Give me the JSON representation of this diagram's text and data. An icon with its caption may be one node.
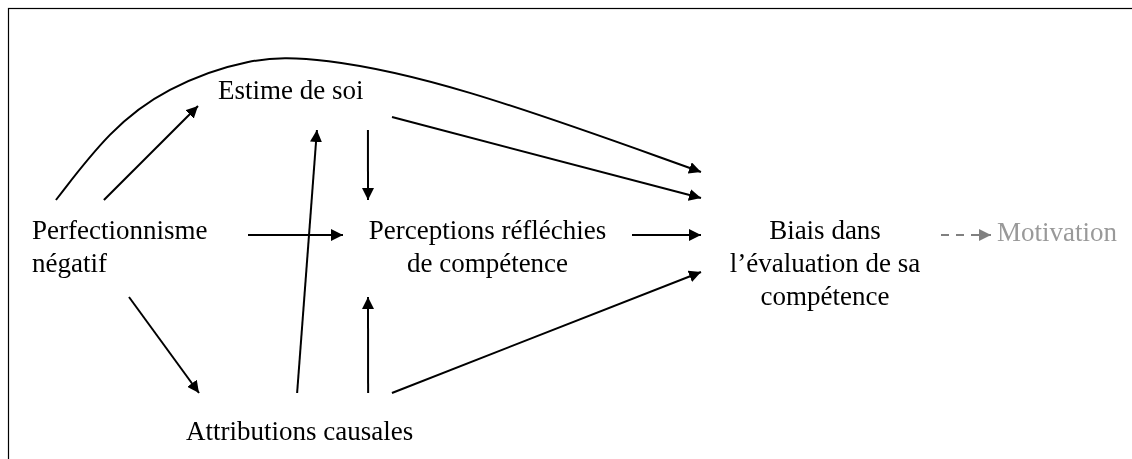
{
  "diagram": {
    "nodes": [
      {
        "text": [
          "Perfectionnisme négatif"
        ]
      },
      {
        "text": [
          "Estime de soi"
        ]
      },
      {
        "text": [
          "Perceptions réfléchies de compétence"
        ]
      },
      {
        "text": [
          "Biais dans l’évaluation de sa compétence"
        ]
      },
      {
        "text": [
          "Motivation"
        ]
      },
      {
        "text": [
          "Attributions causales"
        ]
      }
    ],
    "edges": [
      {
        "from": 0,
        "to": 3,
        "arrow": "to"
      },
      {
        "from": 0,
        "to": 1,
        "arrow": "to"
      },
      {
        "from": 0,
        "to": 2,
        "arrow": "to"
      },
      {
        "from": 0,
        "to": 5,
        "arrow": "to"
      },
      {
        "from": 1,
        "to": 2,
        "arrow": "to"
      },
      {
        "from": 1,
        "to": 3,
        "arrow": "to"
      },
      {
        "from": 5,
        "to": 1,
        "arrow": "to"
      },
      {
        "from": 5,
        "to": 2,
        "arrow": "to"
      },
      {
        "from": 5,
        "to": 3,
        "arrow": "to"
      },
      {
        "from": 2,
        "to": 3,
        "arrow": "to"
      },
      {
        "from": 3,
        "to": 4,
        "arrow": "to",
        "style": "dashed",
        "color": "#808080"
      }
    ]
  }
}
